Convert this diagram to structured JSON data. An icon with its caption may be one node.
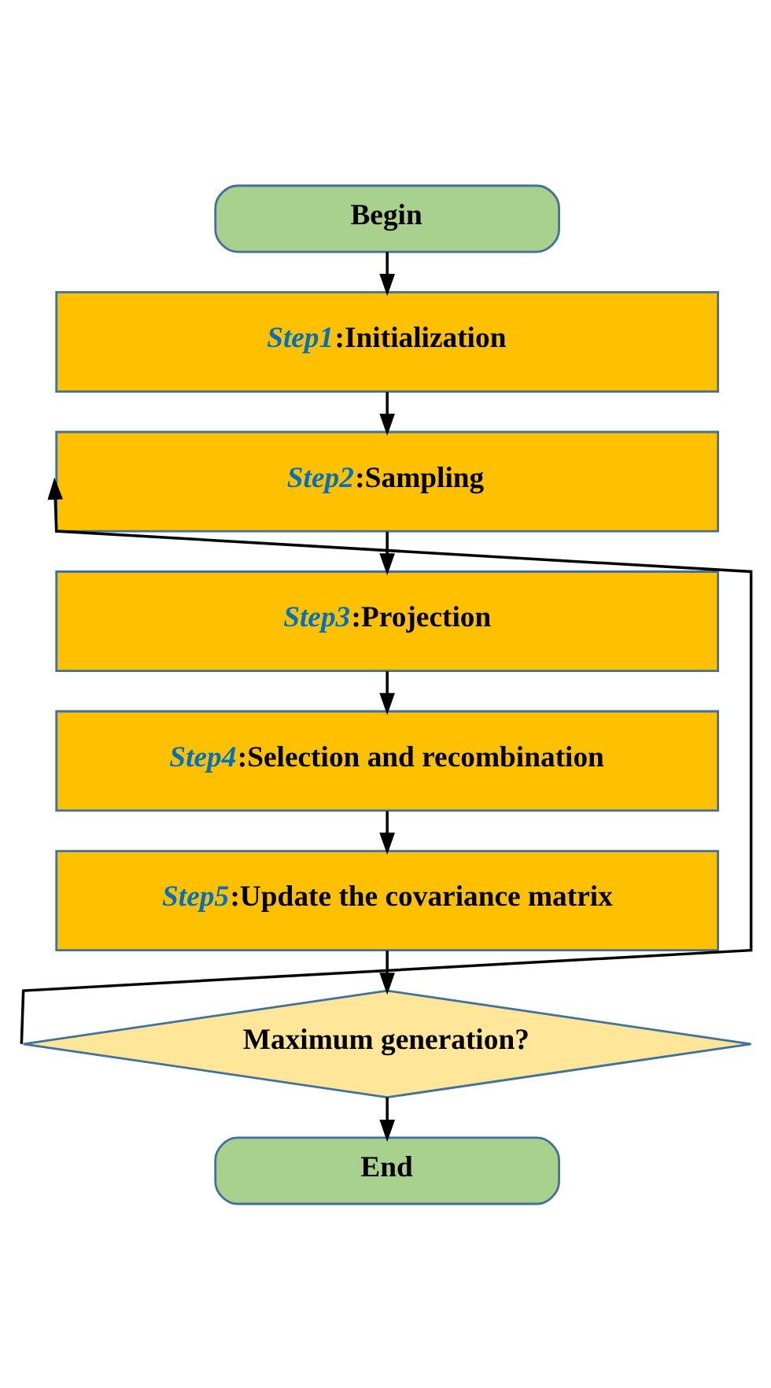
{
  "diagram": {
    "nodes": [
      {
        "text": [
          "Begin"
        ]
      },
      {
        "text": [
          "*Step1*:Initialization"
        ]
      },
      {
        "text": [
          "*Step2*:Sampling"
        ]
      },
      {
        "text": [
          "*Step3*:Projection"
        ]
      },
      {
        "text": [
          "*Step4*:Selection and recombination"
        ]
      },
      {
        "text": [
          "*Step5*:Update the covariance matrix"
        ]
      },
      {
        "text": [
          "Maximum generation?"
        ]
      },
      {
        "text": [
          "End"
        ]
      }
    ],
    "edges": [
      {
        "from": 0,
        "to": 1,
        "arrow": "to"
      },
      {
        "from": 1,
        "to": 2,
        "arrow": "to"
      },
      {
        "from": 2,
        "to": 3,
        "arrow": "to"
      },
      {
        "from": 3,
        "to": 4,
        "arrow": "to"
      },
      {
        "from": 4,
        "to": 5,
        "arrow": "to"
      },
      {
        "from": 5,
        "to": 6,
        "arrow": "to"
      },
      {
        "from": 6,
        "to": 2,
        "arrow": "to"
      },
      {
        "from": 6,
        "to": 7,
        "arrow": "to"
      }
    ]
  }
}
